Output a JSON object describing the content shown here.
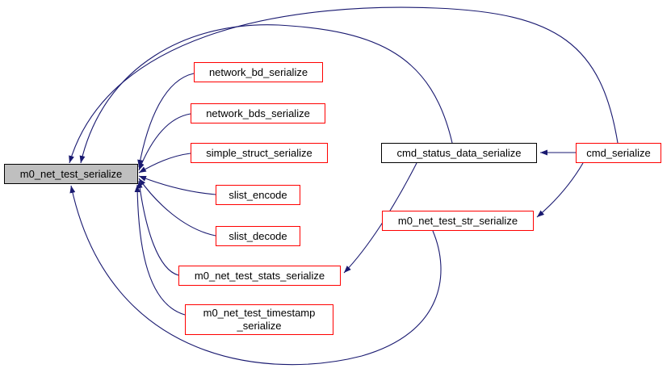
{
  "diagram": {
    "type": "doxygen-caller-graph",
    "edge_color": "#191970",
    "focus_fill": "#bfbfbf",
    "caller_border_color": "#ff0000",
    "plain_border_color": "#000000",
    "nodes": [
      {
        "id": "m0_net_test_serialize",
        "label": "m0_net_test_serialize",
        "style": "focus"
      },
      {
        "id": "network_bd_serialize",
        "label": "network_bd_serialize",
        "style": "caller"
      },
      {
        "id": "network_bds_serialize",
        "label": "network_bds_serialize",
        "style": "caller"
      },
      {
        "id": "simple_struct_serialize",
        "label": "simple_struct_serialize",
        "style": "caller"
      },
      {
        "id": "slist_encode",
        "label": "slist_encode",
        "style": "caller"
      },
      {
        "id": "slist_decode",
        "label": "slist_decode",
        "style": "caller"
      },
      {
        "id": "m0_net_test_stats_serialize",
        "label": "m0_net_test_stats_serialize",
        "style": "caller"
      },
      {
        "id": "m0_net_test_timestamp_serialize",
        "label": "m0_net_test_timestamp\n_serialize",
        "style": "caller"
      },
      {
        "id": "cmd_status_data_serialize",
        "label": "cmd_status_data_serialize",
        "style": "plain"
      },
      {
        "id": "cmd_serialize",
        "label": "cmd_serialize",
        "style": "caller"
      },
      {
        "id": "m0_net_test_str_serialize",
        "label": "m0_net_test_str_serialize",
        "style": "caller"
      }
    ],
    "edges": [
      {
        "from": "network_bd_serialize",
        "to": "m0_net_test_serialize"
      },
      {
        "from": "network_bds_serialize",
        "to": "m0_net_test_serialize"
      },
      {
        "from": "simple_struct_serialize",
        "to": "m0_net_test_serialize"
      },
      {
        "from": "slist_encode",
        "to": "m0_net_test_serialize"
      },
      {
        "from": "slist_decode",
        "to": "m0_net_test_serialize"
      },
      {
        "from": "m0_net_test_stats_serialize",
        "to": "m0_net_test_serialize"
      },
      {
        "from": "m0_net_test_timestamp_serialize",
        "to": "m0_net_test_serialize"
      },
      {
        "from": "cmd_status_data_serialize",
        "to": "m0_net_test_serialize"
      },
      {
        "from": "cmd_serialize",
        "to": "m0_net_test_serialize"
      },
      {
        "from": "cmd_serialize",
        "to": "cmd_status_data_serialize"
      },
      {
        "from": "cmd_serialize",
        "to": "m0_net_test_str_serialize"
      },
      {
        "from": "cmd_status_data_serialize",
        "to": "m0_net_test_stats_serialize"
      },
      {
        "from": "m0_net_test_str_serialize",
        "to": "m0_net_test_serialize"
      }
    ]
  }
}
